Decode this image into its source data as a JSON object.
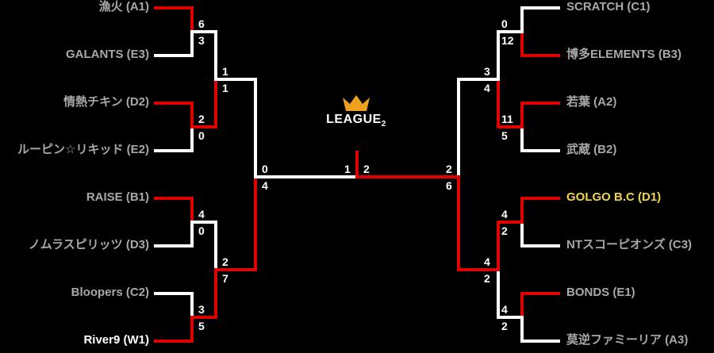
{
  "logo": {
    "text": "LEAGUE",
    "sub": "2",
    "crown_color": "#f0a020"
  },
  "colors": {
    "win": "#e00000",
    "lose": "#ffffff",
    "team_default": "#a8a8a8",
    "team_highlight": "#f2d54a"
  },
  "left_teams": [
    "漁火 (A1)",
    "GALANTS (E3)",
    "情熱チキン (D2)",
    "ルーピン☆リキッド (E2)",
    "RAISE (B1)",
    "ノムラスピリッツ (D3)",
    "Bloopers (C2)",
    "River9 (W1)"
  ],
  "right_teams": [
    "SCRATCH (C1)",
    "博多ELEMENTS (B3)",
    "若葉 (A2)",
    "武蔵 (B2)",
    "GOLGO B.C (D1)",
    "NTスコーピオンズ (C3)",
    "BONDS (E1)",
    "莫逆ファミーリア (A3)"
  ],
  "left_r1_scores": [
    "6",
    "3",
    "2",
    "0",
    "4",
    "0",
    "3",
    "5"
  ],
  "left_r2_scores": [
    "1",
    "1",
    "2",
    "7"
  ],
  "left_semi_scores": [
    "0",
    "4"
  ],
  "right_r1_scores": [
    "0",
    "12",
    "11",
    "5",
    "4",
    "2",
    "4",
    "2"
  ],
  "right_r2_scores": [
    "3",
    "4",
    "4",
    "2"
  ],
  "right_semi_scores": [
    "2",
    "6"
  ],
  "final_scores": [
    "1",
    "2"
  ]
}
